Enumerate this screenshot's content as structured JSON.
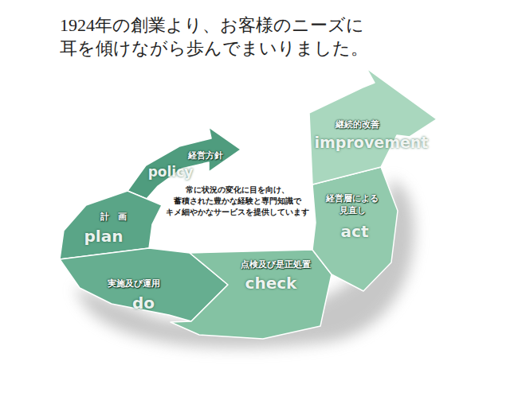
{
  "diagram": {
    "title": "1924年の創業より、お客様のニーズに 耳を傾けながら歩んでまいりました。",
    "nodes": [
      {
        "text": [
          "経営方針",
          "policy"
        ]
      },
      {
        "text": [
          "計　画",
          "plan"
        ]
      },
      {
        "text": [
          "実施及び運用",
          "do"
        ]
      },
      {
        "text": [
          "点検及び是正処置",
          "check"
        ]
      },
      {
        "text": [
          "経営層による 見直し",
          "act"
        ]
      },
      {
        "text": [
          "継続的改善",
          "improvement"
        ]
      }
    ],
    "labels": [
      "常に状況の変化に目を向け、 蓄積された豊かな経験と専門知識で キメ細やかなサービスを提供しています"
    ]
  }
}
